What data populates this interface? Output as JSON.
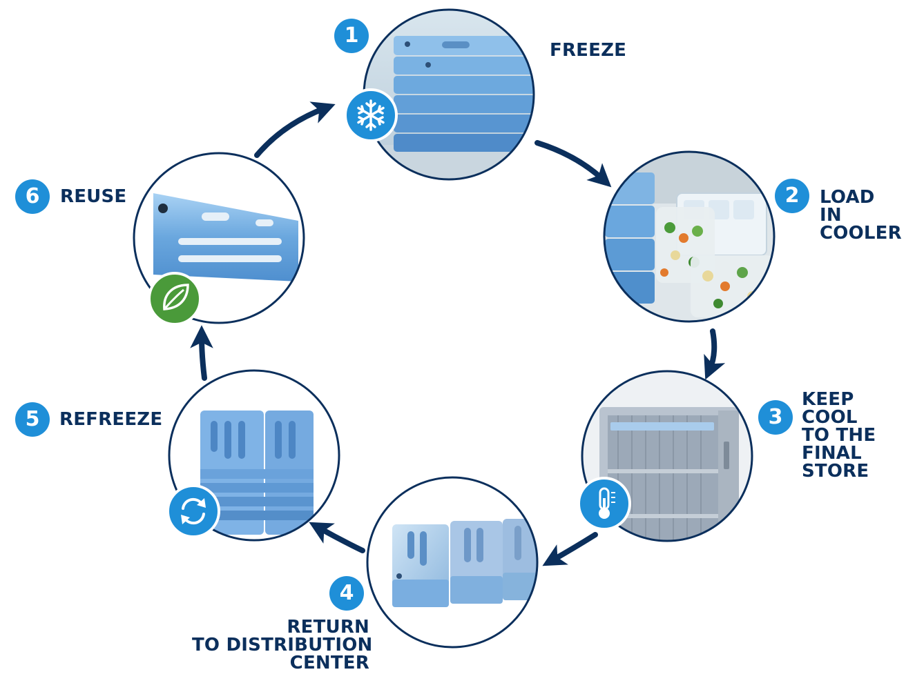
{
  "colors": {
    "navy": "#0b2f5c",
    "badge_blue": "#1f8fd8",
    "leaf_green": "#4a9a3a",
    "ice_blue": "#7fb6e6"
  },
  "steps": [
    {
      "number": "1",
      "lines": [
        "FREEZE"
      ],
      "icon": "snowflake-icon"
    },
    {
      "number": "2",
      "lines": [
        "LOAD",
        "IN",
        "COOLER"
      ],
      "icon": ""
    },
    {
      "number": "3",
      "lines": [
        "KEEP",
        "COOL",
        "TO THE",
        "FINAL",
        "STORE"
      ],
      "icon": "thermometer-icon"
    },
    {
      "number": "4",
      "lines": [
        "RETURN",
        "TO DISTRIBUTION",
        "CENTER"
      ],
      "icon": ""
    },
    {
      "number": "5",
      "lines": [
        "REFREEZE"
      ],
      "icon": "refresh-icon"
    },
    {
      "number": "6",
      "lines": [
        "REUSE"
      ],
      "icon": "leaf-icon"
    }
  ]
}
